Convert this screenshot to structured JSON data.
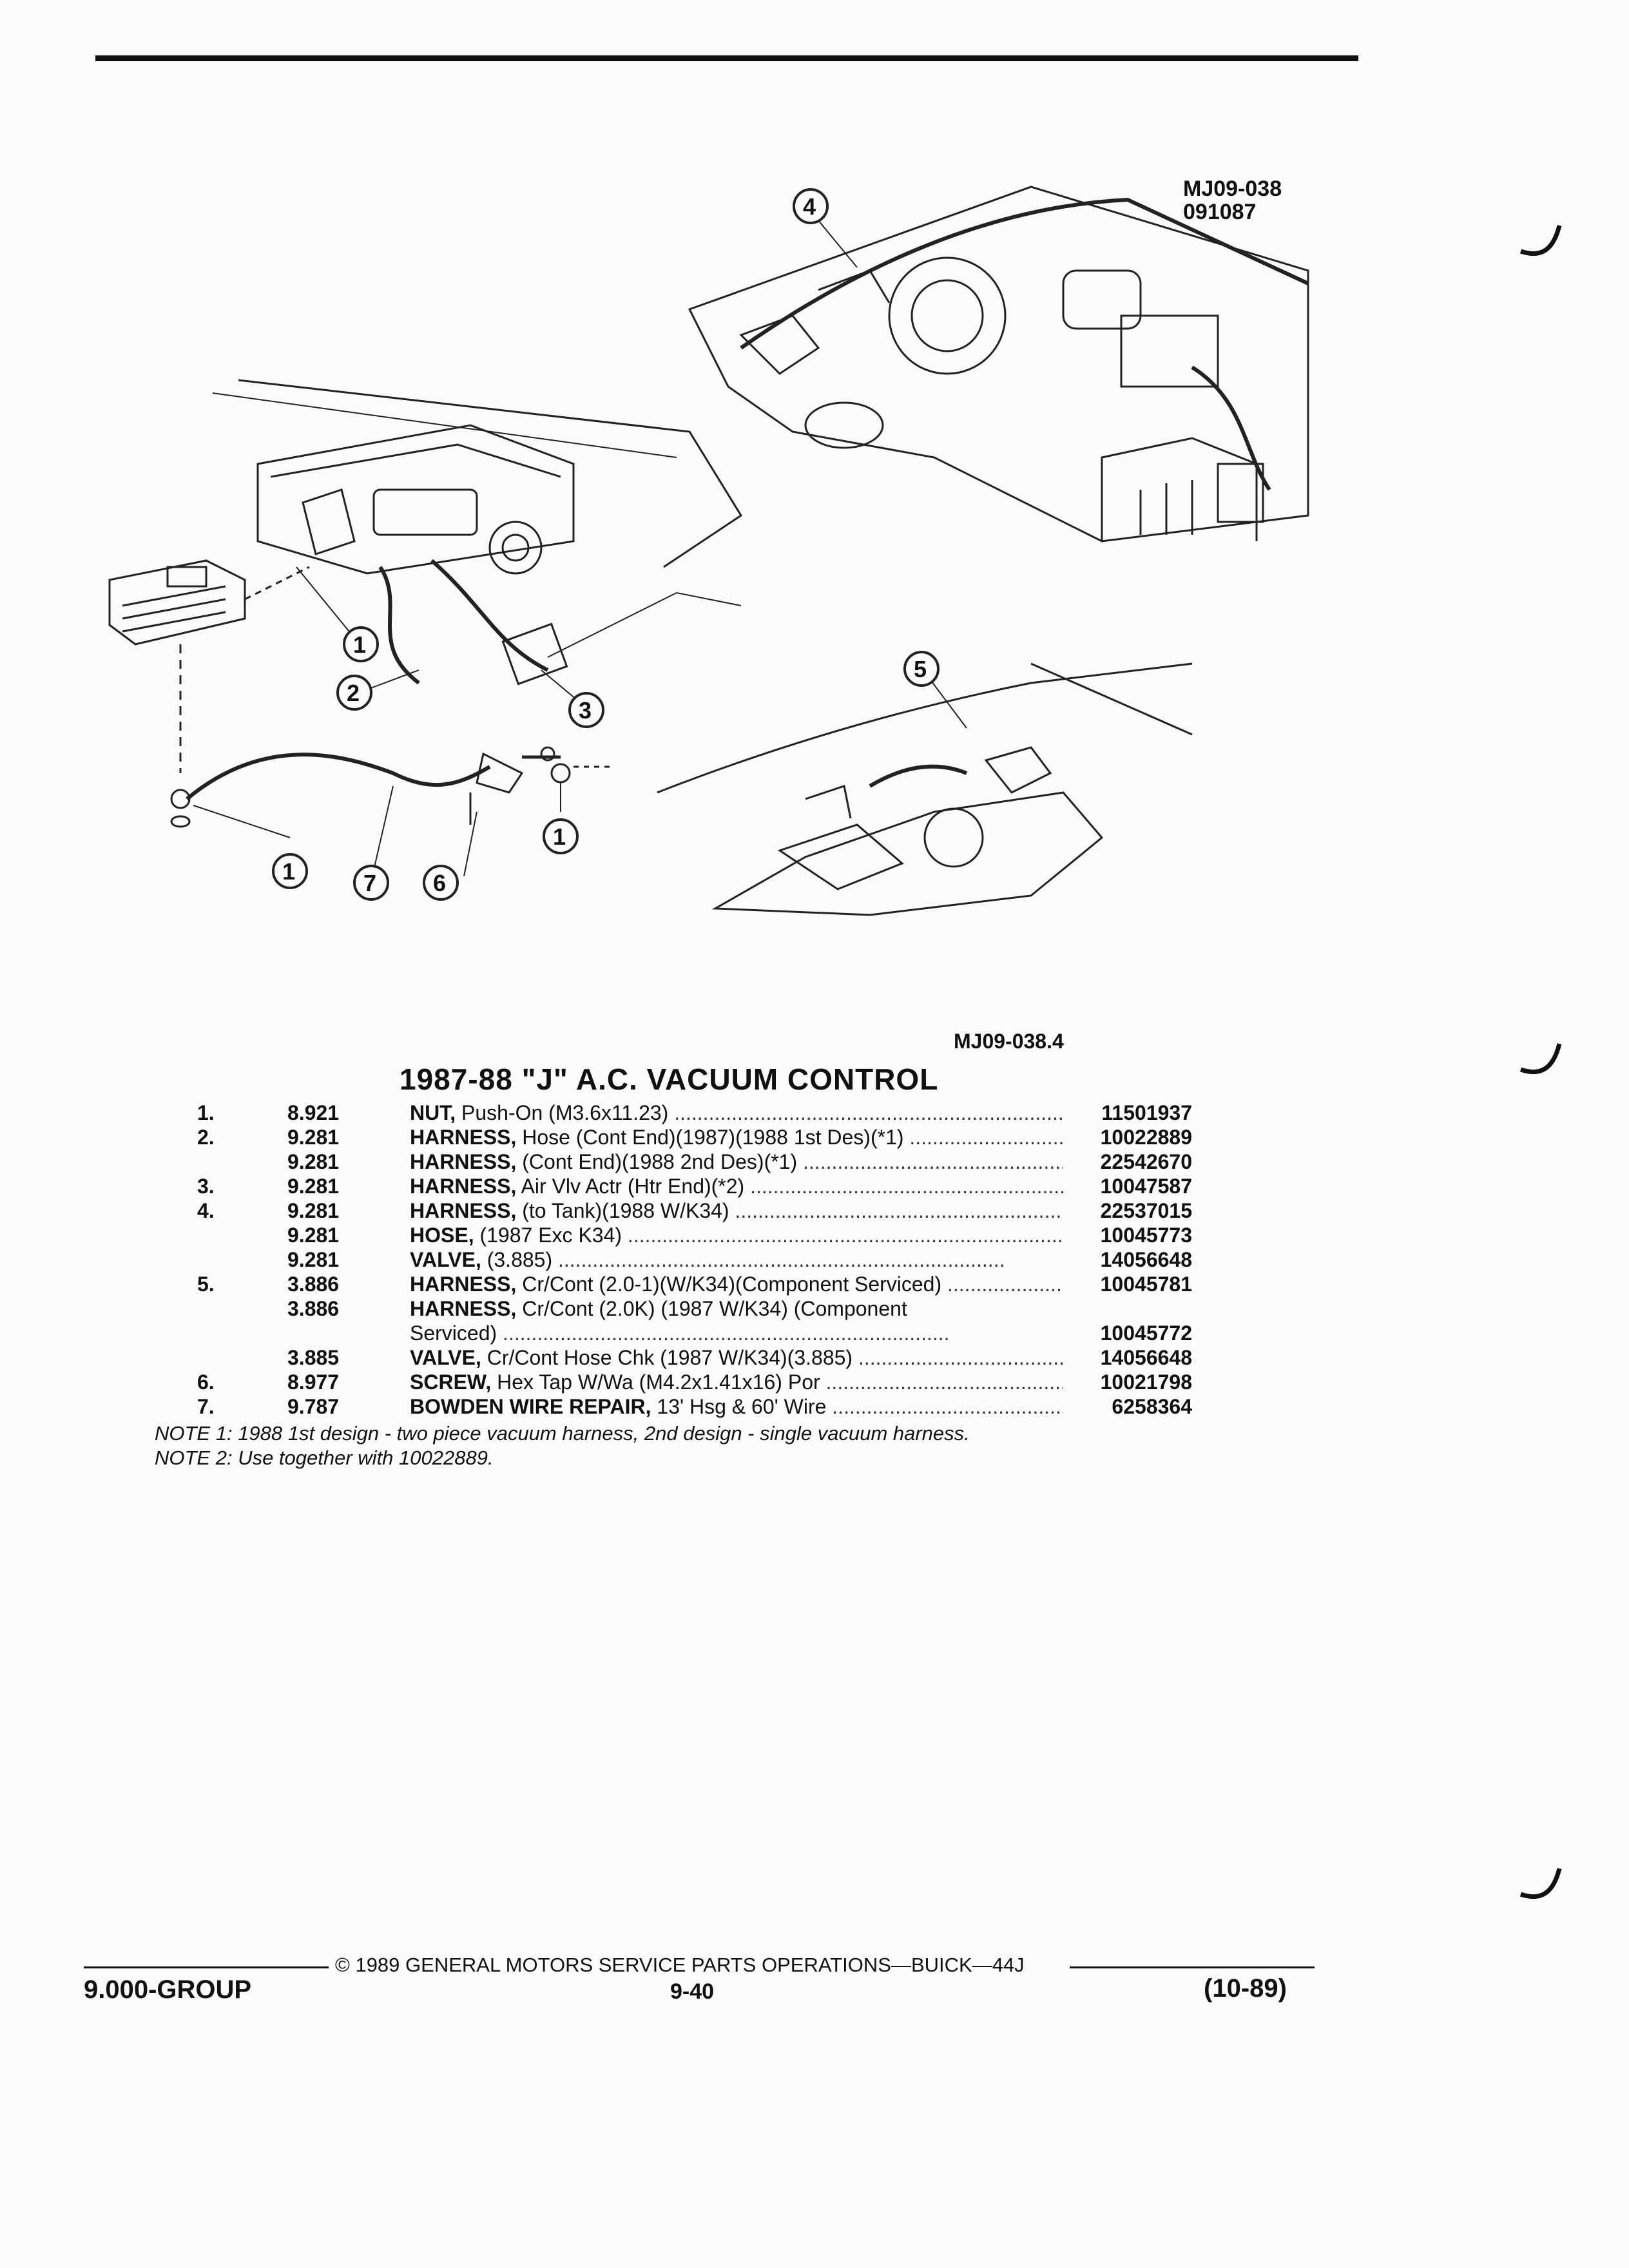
{
  "figure": {
    "code": "MJ09-038",
    "date_code": "091087",
    "reference": "MJ09-038.4",
    "callouts": [
      "1",
      "2",
      "3",
      "4",
      "5",
      "6",
      "7"
    ]
  },
  "title": "1987-88 \"J\" A.C. VACUUM CONTROL",
  "parts": [
    {
      "no": "1.",
      "group": "8.921",
      "name": "NUT,",
      "spec": " Push-On (M3.6x11.23)",
      "pn": "11501937"
    },
    {
      "no": "2.",
      "group": "9.281",
      "name": "HARNESS,",
      "spec": " Hose (Cont End)(1987)(1988 1st Des)(*1)",
      "pn": "10022889"
    },
    {
      "no": "",
      "group": "9.281",
      "name": "HARNESS,",
      "spec": " (Cont End)(1988 2nd Des)(*1)",
      "pn": "22542670"
    },
    {
      "no": "3.",
      "group": "9.281",
      "name": "HARNESS,",
      "spec": " Air Vlv Actr (Htr End)(*2)",
      "pn": "10047587"
    },
    {
      "no": "4.",
      "group": "9.281",
      "name": "HARNESS,",
      "spec": " (to Tank)(1988 W/K34)",
      "pn": "22537015"
    },
    {
      "no": "",
      "group": "9.281",
      "name": "HOSE,",
      "spec": " (1987 Exc K34)",
      "pn": "10045773"
    },
    {
      "no": "",
      "group": "9.281",
      "name": "VALVE,",
      "spec": " (3.885)",
      "pn": "14056648"
    },
    {
      "no": "5.",
      "group": "3.886",
      "name": "HARNESS,",
      "spec": " Cr/Cont (2.0-1)(W/K34)(Component Serviced)",
      "pn": "10045781"
    },
    {
      "no": "",
      "group": "3.886",
      "name": "HARNESS,",
      "spec": " Cr/Cont (2.0K) (1987 W/K34) (Component",
      "pn": ""
    },
    {
      "no": "",
      "group": "",
      "name": "",
      "spec": "Serviced)",
      "pn": "10045772"
    },
    {
      "no": "",
      "group": "3.885",
      "name": "VALVE,",
      "spec": " Cr/Cont Hose Chk (1987 W/K34)(3.885)",
      "pn": "14056648"
    },
    {
      "no": "6.",
      "group": "8.977",
      "name": "SCREW,",
      "spec": " Hex Tap W/Wa (M4.2x1.41x16) Por",
      "pn": "10021798"
    },
    {
      "no": "7.",
      "group": "9.787",
      "name": "BOWDEN WIRE REPAIR,",
      "spec": " 13' Hsg & 60' Wire",
      "pn": "6258364"
    }
  ],
  "notes": [
    "NOTE 1: 1988 1st design - two piece vacuum harness, 2nd design - single vacuum harness.",
    "NOTE 2: Use together with 10022889."
  ],
  "footer": {
    "copyright": "© 1989 GENERAL MOTORS SERVICE PARTS OPERATIONS—BUICK—44J",
    "group": "9.000-GROUP",
    "page": "9-40",
    "date": "(10-89)"
  }
}
